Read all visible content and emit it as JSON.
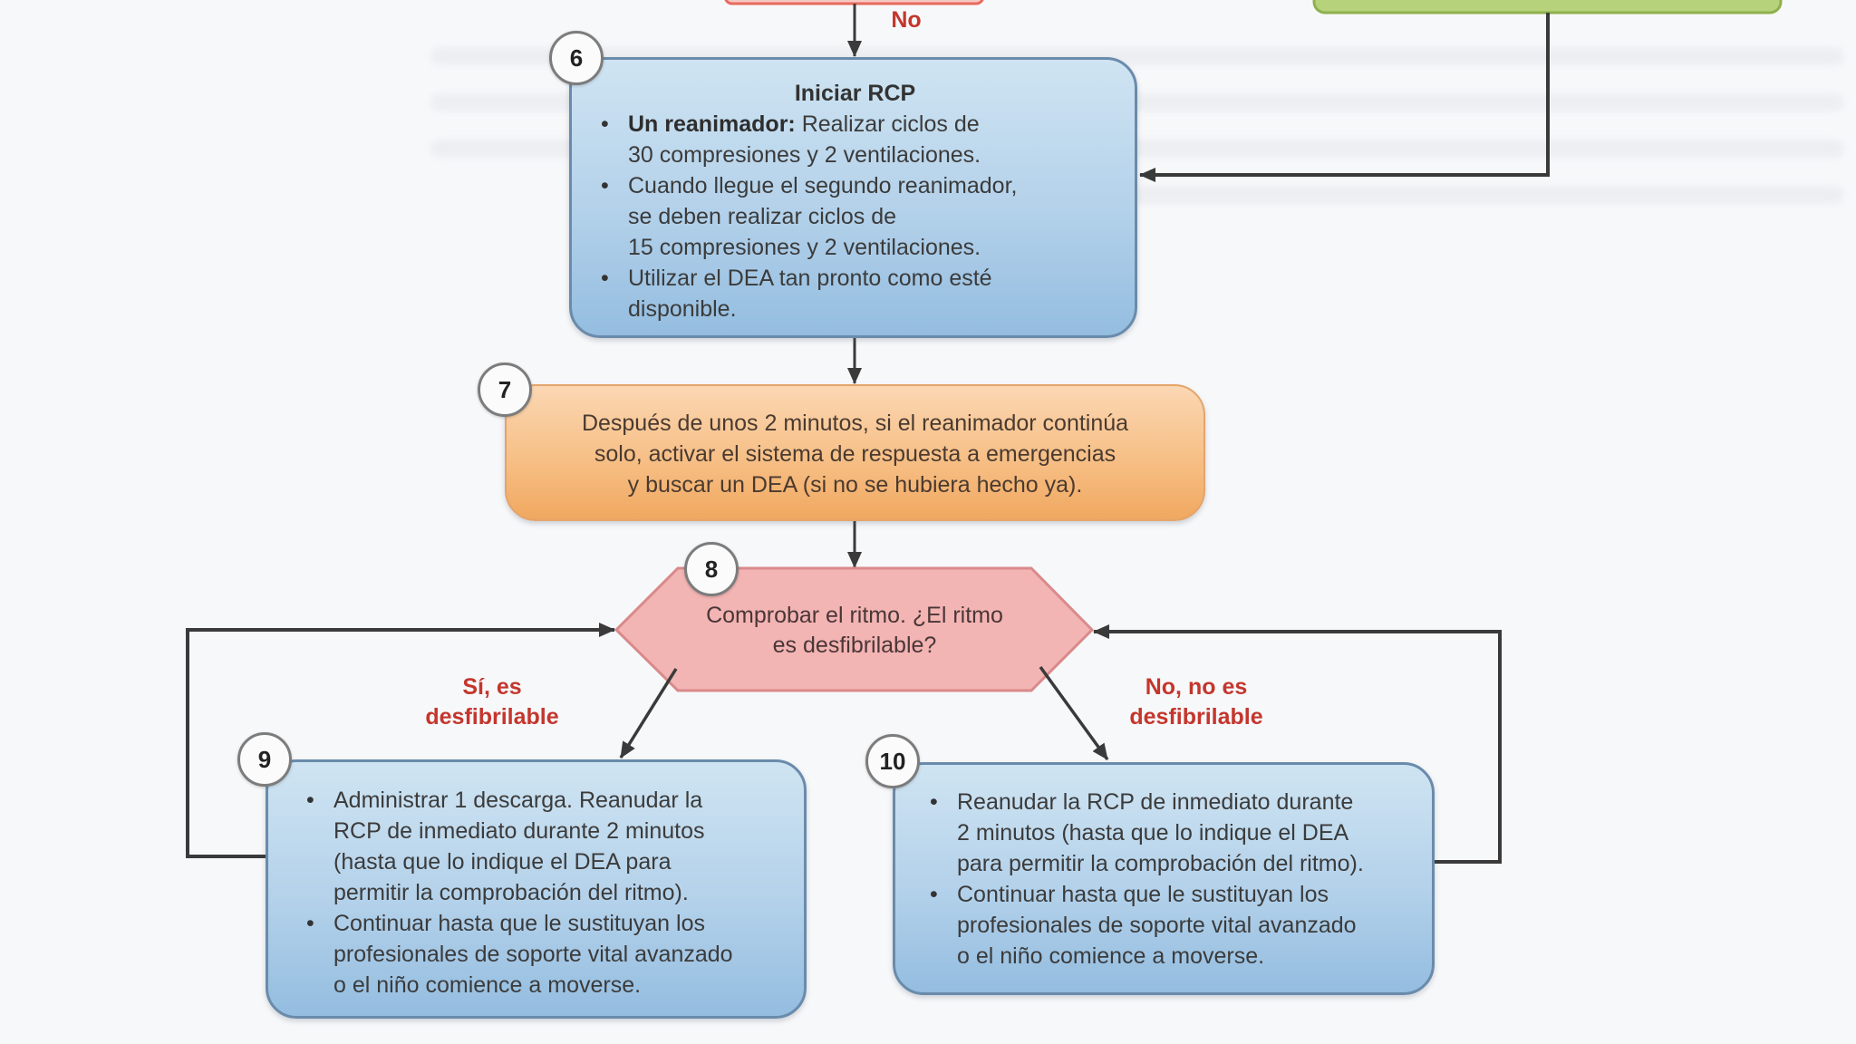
{
  "diagram": {
    "language": "es",
    "connector_labels": {
      "no_top": "No",
      "yes_shockable": [
        "Sí, es",
        "desfibrilable"
      ],
      "no_shockable": [
        "No, no es",
        "desfibrilable"
      ]
    },
    "steps": [
      {
        "number": "6",
        "shape": "rounded-rectangle",
        "color": "#b3d1ea",
        "title": "Iniciar RCP",
        "bullets": [
          {
            "bold": "Un reanimador:",
            "lines": [
              "Realizar ciclos de",
              "30 compresiones y 2 ventilaciones."
            ]
          },
          {
            "bold": "",
            "lines": [
              "Cuando llegue el segundo reanimador,",
              "se deben realizar ciclos de",
              "15 compresiones y 2 ventilaciones."
            ]
          },
          {
            "bold": "",
            "lines": [
              "Utilizar el DEA tan pronto como esté",
              "disponible."
            ]
          }
        ]
      },
      {
        "number": "7",
        "shape": "rounded-rectangle",
        "color": "#f6bd82",
        "lines": [
          "Después de unos 2 minutos, si el reanimador continúa",
          "solo, activar el sistema de respuesta a emergencias",
          "y buscar un DEA (si no se hubiera hecho ya)."
        ]
      },
      {
        "number": "8",
        "shape": "hexagon",
        "color": "#f2b5b5",
        "lines": [
          "Comprobar el ritmo. ¿El ritmo",
          "es desfibrilable?"
        ]
      },
      {
        "number": "9",
        "shape": "rounded-rectangle",
        "color": "#b3d1ea",
        "bullets": [
          {
            "lines": [
              "Administrar 1 descarga. Reanudar la",
              "RCP de inmediato durante 2 minutos",
              "(hasta que lo indique el DEA para",
              "permitir la comprobación del ritmo)."
            ]
          },
          {
            "lines": [
              "Continuar hasta que le sustituyan los",
              "profesionales de soporte vital avanzado",
              "o el niño comience a moverse."
            ]
          }
        ]
      },
      {
        "number": "10",
        "shape": "rounded-rectangle",
        "color": "#b3d1ea",
        "bullets": [
          {
            "lines": [
              "Reanudar la RCP de inmediato durante",
              "2 minutos (hasta que lo indique el DEA",
              "para permitir la comprobación del ritmo)."
            ]
          },
          {
            "lines": [
              "Continuar hasta que le sustituyan los",
              "profesionales de soporte vital avanzado",
              "o el niño comience a moverse."
            ]
          }
        ]
      }
    ],
    "colors": {
      "arrow": "#3a3a3a",
      "label_red": "#c4362d",
      "top_red_box_edge": "#e86a5f",
      "top_green_box_edge": "#8fb04e"
    }
  }
}
